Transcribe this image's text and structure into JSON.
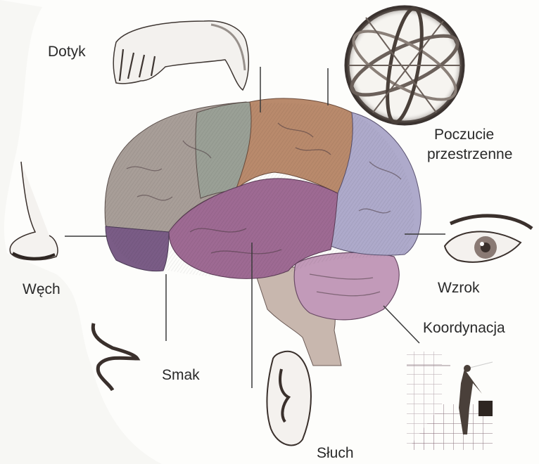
{
  "diagram": {
    "subject": "Human brain — sensory and functional regions",
    "labels": {
      "dotyk": "Dotyk",
      "poczucie_line1": "Poczucie",
      "poczucie_line2": "przestrzenne",
      "wech": "Węch",
      "wzrok": "Wzrok",
      "koordynacja": "Koordynacja",
      "smak": "Smak",
      "sluch": "Słuch"
    },
    "regions": [
      {
        "name": "frontal-lobe",
        "color": "#a89e98"
      },
      {
        "name": "motor-strip",
        "color": "#9aa096"
      },
      {
        "name": "parietal-lobe",
        "color": "#b98a6c"
      },
      {
        "name": "occipital-lobe",
        "color": "#aeaacb"
      },
      {
        "name": "temporal-lobe",
        "color": "#9e6a93"
      },
      {
        "name": "orbitofrontal",
        "color": "#7a5c86"
      },
      {
        "name": "cerebellum",
        "color": "#c29ab9"
      },
      {
        "name": "brainstem",
        "color": "#c8b7ae"
      }
    ],
    "illustrations": [
      "hand",
      "armillary-sphere",
      "nose",
      "eye",
      "lips",
      "ear",
      "walking-figure-in-room"
    ]
  }
}
